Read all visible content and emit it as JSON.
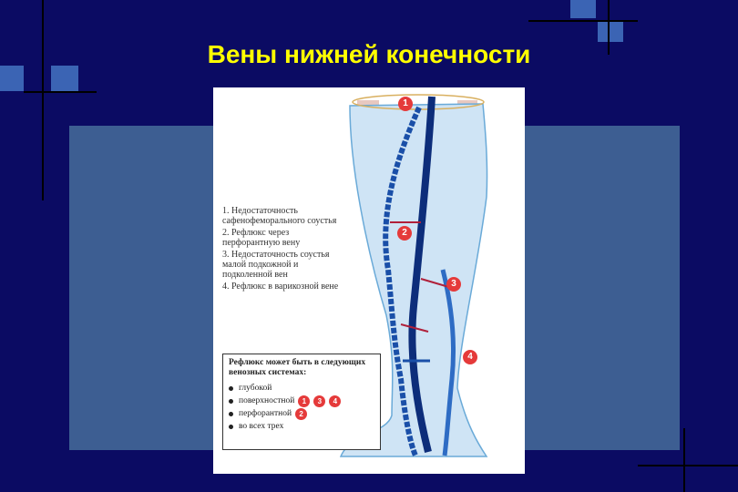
{
  "title": "Вены нижней конечности",
  "legend": [
    "1. Недостаточность сафенофеморального соустья",
    "2. Рефлюкс через перфорантную вену",
    "3. Недостаточность соустья малой подкожной и подколенной вен",
    "4. Рефлюкс в варикозной вене"
  ],
  "reflux_box": {
    "heading": "Рефлюкс может быть в следующих венозных системах:",
    "rows": [
      {
        "label": "глубокой",
        "badges": []
      },
      {
        "label": "поверхностной",
        "badges": [
          "1",
          "3",
          "4"
        ]
      },
      {
        "label": "перфорантной",
        "badges": [
          "2"
        ]
      },
      {
        "label": "во всех трех",
        "badges": []
      }
    ]
  },
  "markers": [
    "1",
    "2",
    "3",
    "4"
  ],
  "colors": {
    "background": "#0b0b63",
    "panel": "#3d5e92",
    "title": "#ffff00",
    "marker": "#e53a3a",
    "vein": "#1a4fa8",
    "leg": "#cfe4f5"
  }
}
